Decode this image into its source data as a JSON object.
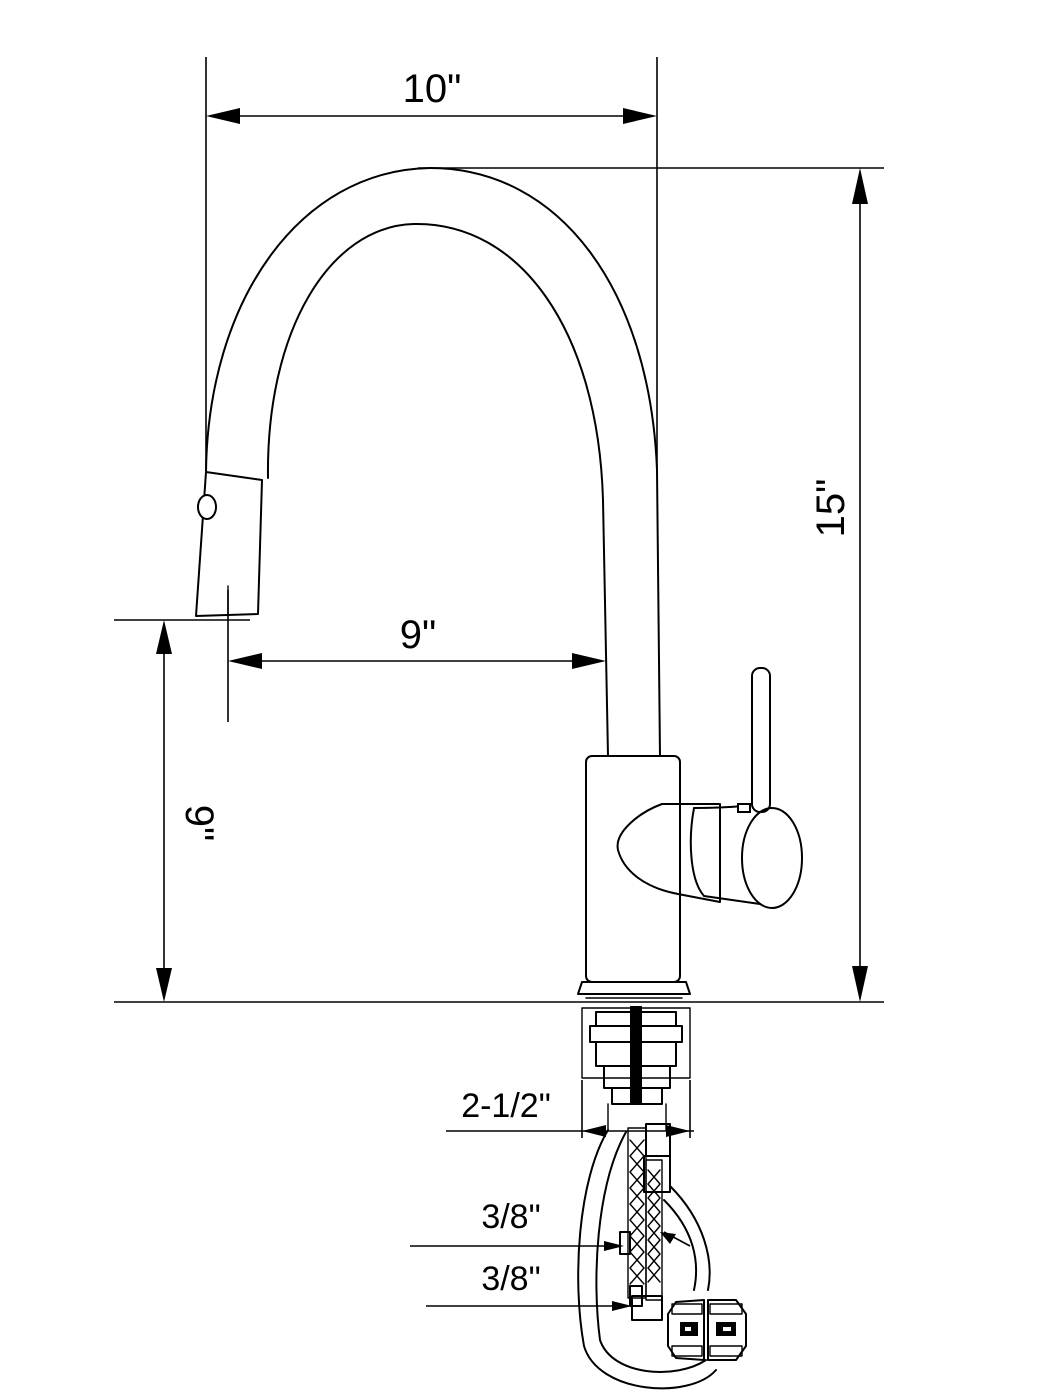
{
  "dimensions": {
    "spout_reach_total": "10\"",
    "overall_height": "15\"",
    "spout_reach": "9\"",
    "spout_clearance": "9\"",
    "hole_diameter": "2-1/2\"",
    "supply_line_1": "3/8\"",
    "supply_line_2": "3/8\""
  }
}
